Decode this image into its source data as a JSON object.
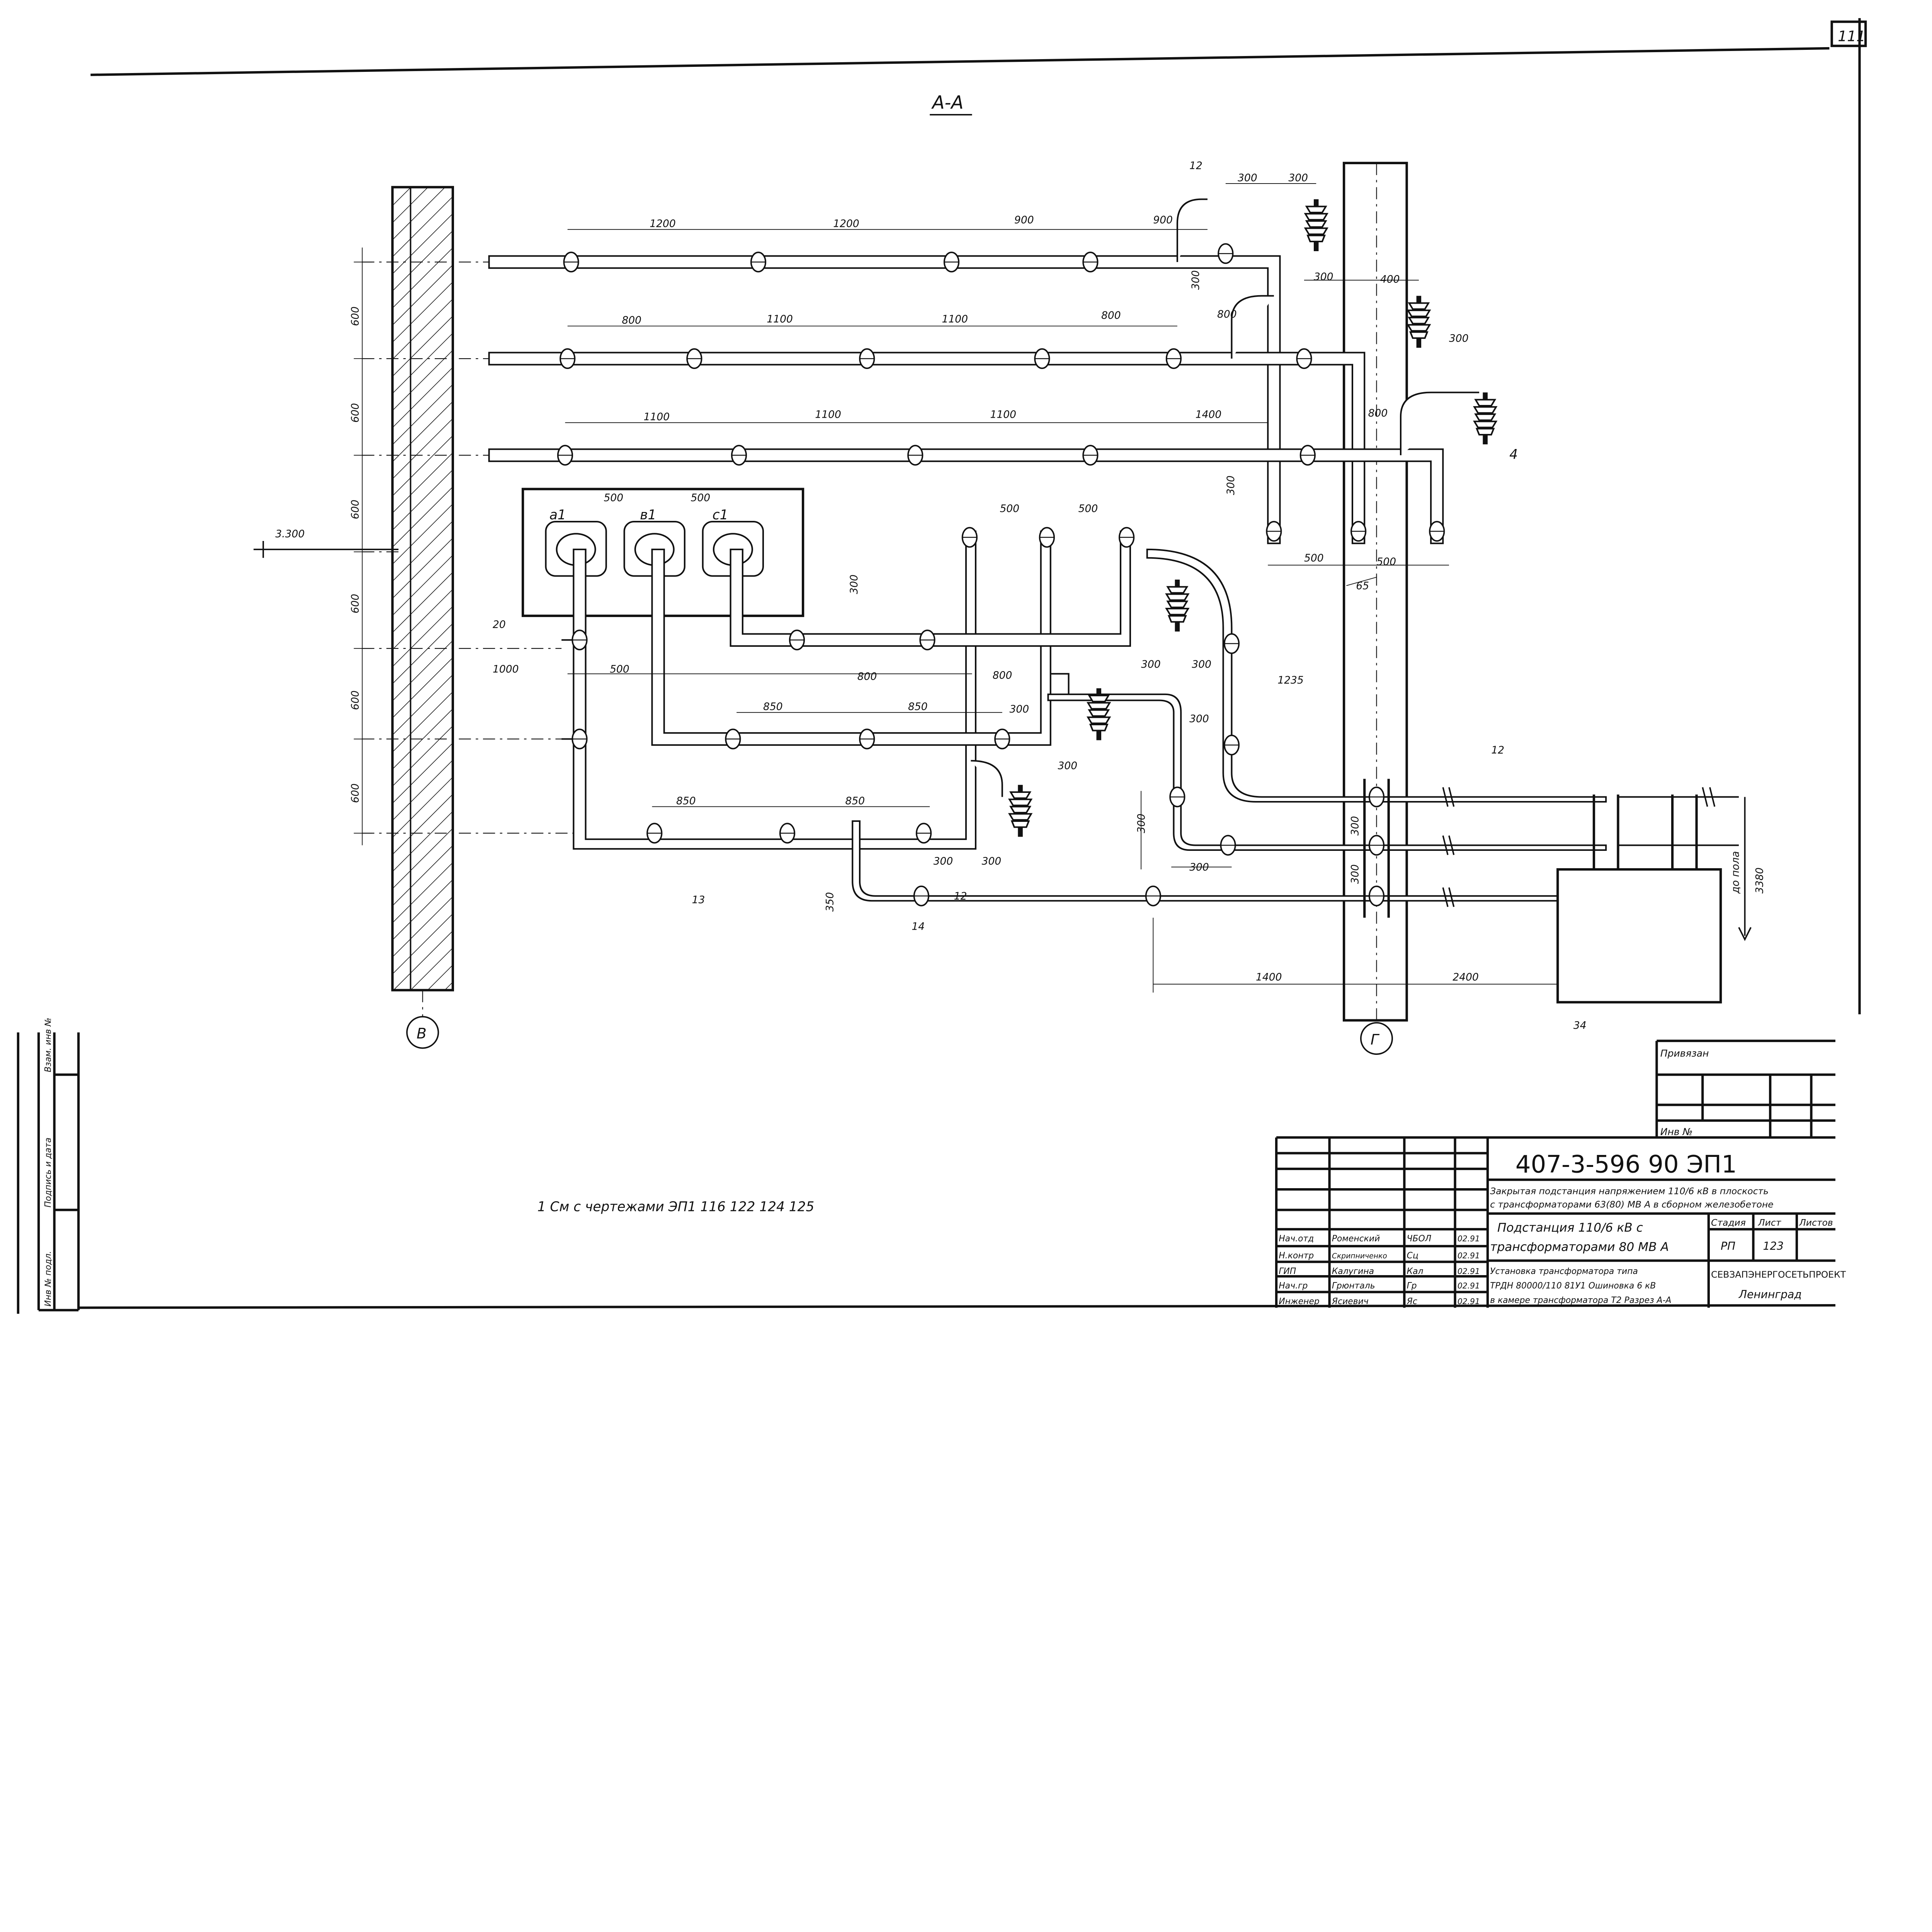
{
  "sheet_corner_number": "111",
  "section_title": "А-А",
  "axes": {
    "left": "В",
    "right": "Г"
  },
  "level_mark": "3.300",
  "floor_note": {
    "text": "до пола",
    "value": "3380"
  },
  "phases": [
    "а1",
    "в1",
    "с1"
  ],
  "dims": [
    "1200",
    "1200",
    "900",
    "900",
    "12",
    "300",
    "300",
    "300",
    "300",
    "400",
    "800",
    "300",
    "4",
    "800",
    "300",
    "500",
    "500",
    "65",
    "800",
    "1100",
    "1100",
    "800",
    "1100",
    "1100",
    "1100",
    "1400",
    "600",
    "600",
    "600",
    "600",
    "600",
    "600",
    "1000",
    "20",
    "500",
    "500",
    "500",
    "500",
    "300",
    "500",
    "800",
    "850",
    "850",
    "800",
    "300",
    "300",
    "300",
    "300",
    "300",
    "1235",
    "12",
    "850",
    "850",
    "300",
    "300",
    "350",
    "13",
    "14",
    "12",
    "300",
    "300",
    "300",
    "300",
    "1400",
    "2400",
    "34"
  ],
  "note": "1 См с чертежами ЭП1 116   122 124 125",
  "left_stamp": [
    "Инв № подл.",
    "Подпись и дата",
    "Взам. инв №"
  ],
  "title_block": {
    "tied_label": "Привязан",
    "inv_label": "Инв №",
    "code": "407-3-596 90    ЭП1",
    "project_title": [
      "Закрытая подстанция напряжением 110/6 кВ в плоскость",
      "с трансформаторами 63(80) МВ А в сборном железобетоне"
    ],
    "sheet_title": [
      "Подстанция 110/6 кВ с",
      "трансформаторами 80 МВ А"
    ],
    "stage_header": "Стадия",
    "sheet_header": "Лист",
    "sheets_header": "Листов",
    "stage": "РП",
    "sheet": "123",
    "drawing_title": [
      "Установка трансформатора типа",
      "ТРДН 80000/110 81У1 Ошиновка 6 кВ",
      "в камере трансформатора Т2 Разрез А-А"
    ],
    "organization": "СЕВЗАПЭНЕРГОСЕТЬПРОЕКТ",
    "city": "Ленинград",
    "staff": [
      {
        "role": "Нач.отд",
        "name": "Роменский",
        "sign": "ЧБОЛ",
        "date": "02.91"
      },
      {
        "role": "Н.контр",
        "name": "Скрипниченко",
        "sign": "Сц",
        "date": "02.91"
      },
      {
        "role": "ГИП",
        "name": "Калугина",
        "sign": "Кал",
        "date": "02.91"
      },
      {
        "role": "Нач.гр",
        "name": "Грюнталь",
        "sign": "Гр",
        "date": "02.91"
      },
      {
        "role": "Инженер",
        "name": "Ясиевич",
        "sign": "Яс",
        "date": "02.91"
      }
    ]
  }
}
